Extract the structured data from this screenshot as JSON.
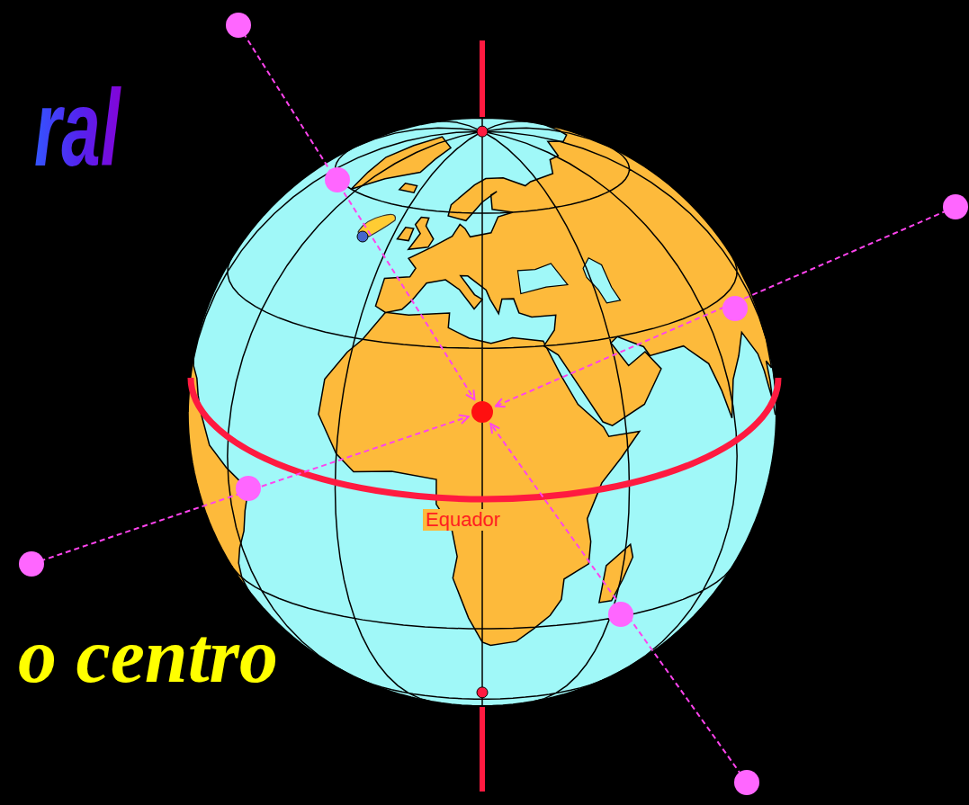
{
  "diagram": {
    "labels": [
      "ral",
      "Equador",
      "o centro"
    ]
  }
}
